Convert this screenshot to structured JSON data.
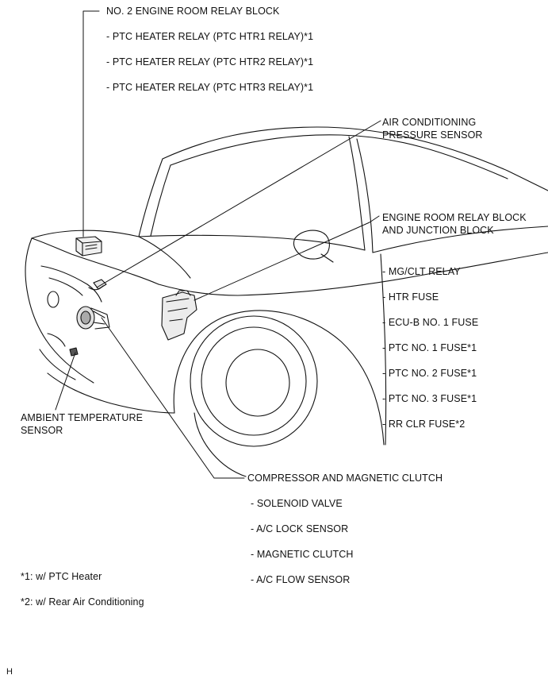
{
  "relay_block_2": {
    "title": "NO. 2 ENGINE ROOM RELAY BLOCK",
    "items": [
      "- PTC HEATER RELAY (PTC HTR1 RELAY)*1",
      "- PTC HEATER RELAY (PTC HTR2 RELAY)*1",
      "- PTC HEATER RELAY (PTC HTR3 RELAY)*1"
    ]
  },
  "pressure_sensor": {
    "line1": "AIR CONDITIONING",
    "line2": "PRESSURE SENSOR"
  },
  "junction_block": {
    "line1": "ENGINE ROOM RELAY BLOCK",
    "line2": "AND JUNCTION BLOCK",
    "items": [
      "- MG/CLT RELAY",
      "- HTR FUSE",
      "- ECU-B NO. 1 FUSE",
      "- PTC NO. 1 FUSE*1",
      "- PTC NO. 2 FUSE*1",
      "- PTC NO. 3 FUSE*1",
      "- RR CLR FUSE*2"
    ]
  },
  "ambient_sensor": {
    "line1": "AMBIENT TEMPERATURE",
    "line2": "SENSOR"
  },
  "compressor": {
    "title": "COMPRESSOR AND MAGNETIC CLUTCH",
    "items": [
      "- SOLENOID VALVE",
      "- A/C LOCK SENSOR",
      "- MAGNETIC CLUTCH",
      "- A/C FLOW SENSOR"
    ]
  },
  "footnotes": [
    "*1: w/ PTC Heater",
    "*2: w/ Rear Air Conditioning"
  ],
  "corner_mark": "H",
  "colors": {
    "ink": "#111111",
    "background": "#ffffff"
  }
}
